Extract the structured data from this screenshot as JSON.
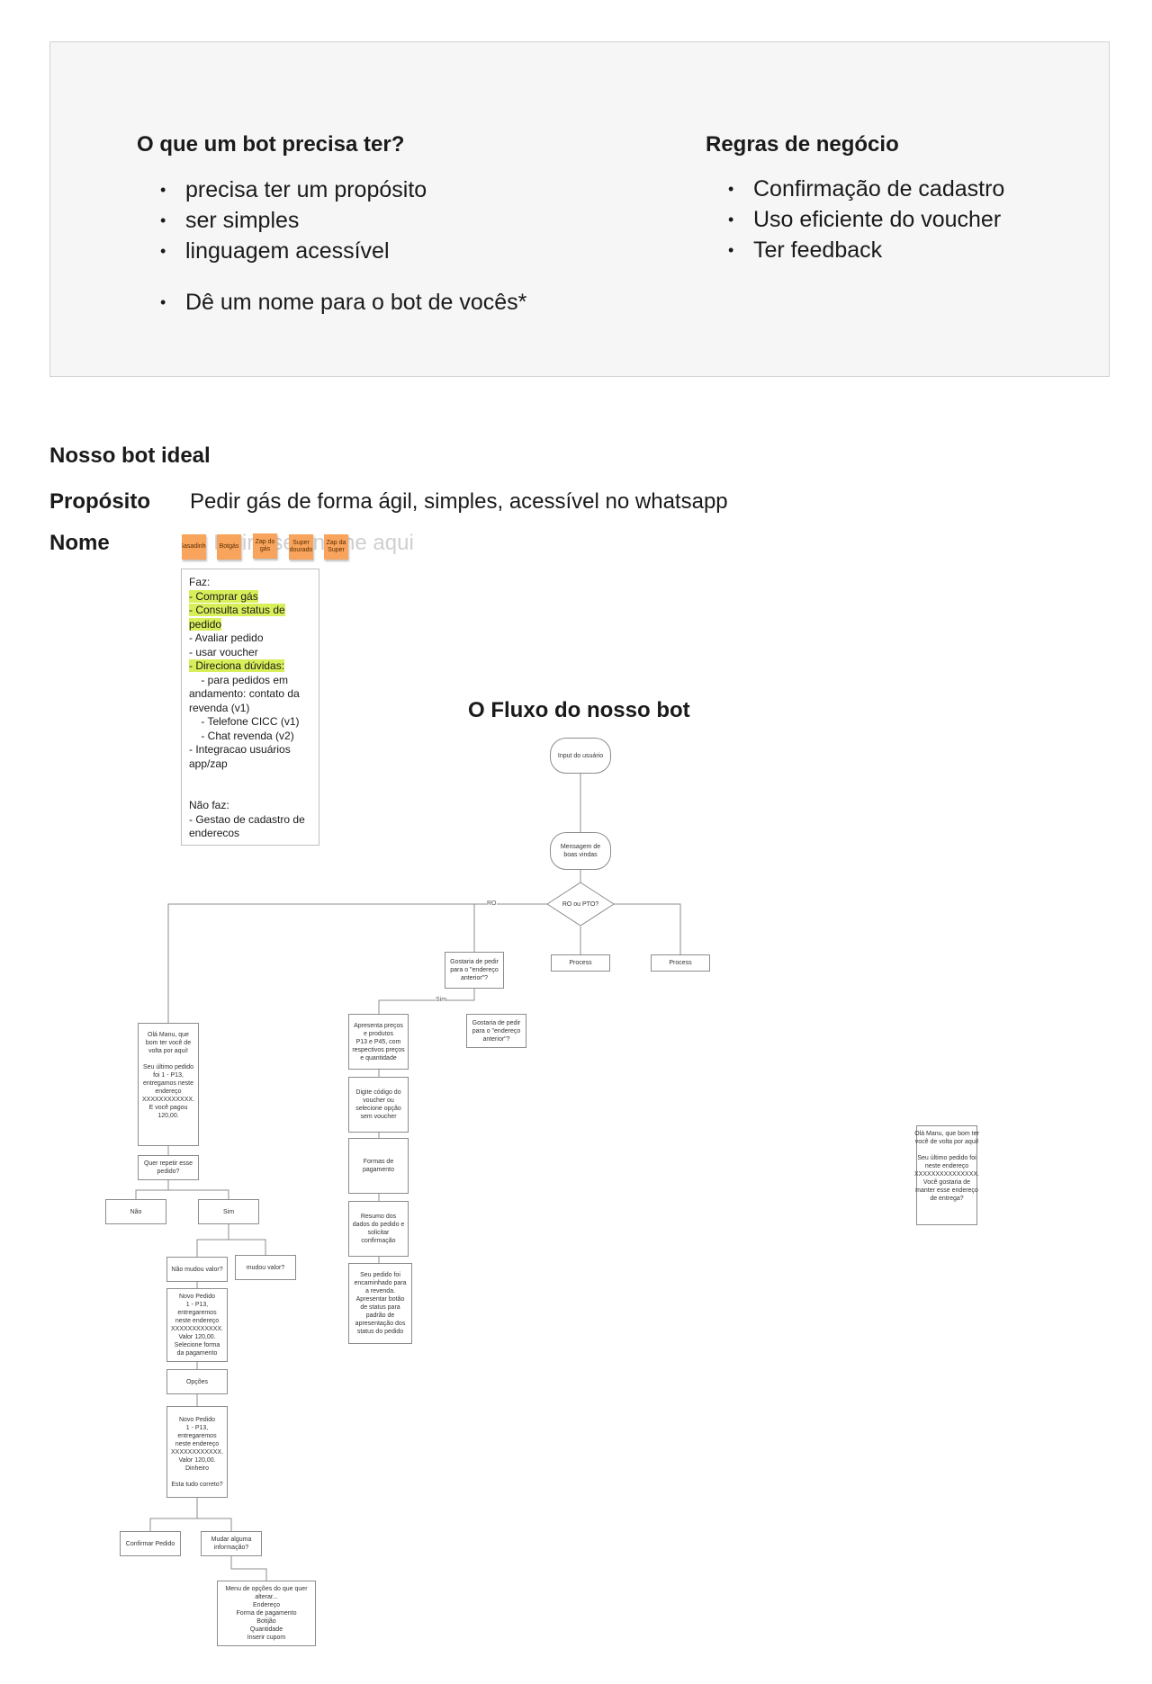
{
  "card": {
    "left_title": "O que um bot precisa ter?",
    "left_items": [
      "precisa ter um propósito",
      "ser simples",
      "linguagem acessível"
    ],
    "left_extra": "Dê um nome para o bot de vocês*",
    "right_title": "Regras de negócio",
    "right_items": [
      "Confirmação de cadastro",
      "Uso eficiente do voucher",
      "Ter feedback"
    ]
  },
  "ideal": {
    "title": "Nosso bot ideal",
    "purpose_label": "Propósito",
    "purpose_text": "Pedir gás de forma ágil, simples, acessível no whatsapp",
    "name_label": "Nome",
    "name_placeholder": "Insira seu nome aqui",
    "stickies": [
      "Gasadinho",
      "Botgás",
      "Zap do gás",
      "Super dourado",
      "Zap da Super"
    ]
  },
  "faz": {
    "lines": [
      {
        "text": "Faz:",
        "hl": false
      },
      {
        "text": "- Comprar gás",
        "hl": true
      },
      {
        "text": "- Consulta status de",
        "hl": true
      },
      {
        "text": "pedido",
        "hl": true
      },
      {
        "text": "- Avaliar pedido",
        "hl": false
      },
      {
        "text": "- usar voucher",
        "hl": false
      },
      {
        "text": "- Direciona dúvidas:",
        "hl": true
      },
      {
        "text": "    - para pedidos em",
        "hl": false
      },
      {
        "text": "andamento: contato da",
        "hl": false
      },
      {
        "text": "revenda (v1)",
        "hl": false
      },
      {
        "text": "    - Telefone CICC (v1)",
        "hl": false
      },
      {
        "text": "    - Chat revenda (v2)",
        "hl": false
      },
      {
        "text": "- Integracao usuários",
        "hl": false
      },
      {
        "text": "app/zap",
        "hl": false
      },
      {
        "text": " ",
        "hl": false
      },
      {
        "text": " ",
        "hl": false
      },
      {
        "text": "Não faz:",
        "hl": false
      },
      {
        "text": "- Gestao de cadastro de",
        "hl": false
      },
      {
        "text": "enderecos",
        "hl": false
      }
    ]
  },
  "flow": {
    "title": "O Fluxo do nosso bot",
    "nodes": {
      "input": "Input do usuário",
      "welcome": "Mensagem de boas vindas",
      "decision": "RO ou PTO?",
      "process1": "Process",
      "process2": "Process",
      "repeat_addr": "Gostaria de pedir para o \"endereço anterior\"?",
      "repeat_addr2": "Gostaria de pedir para o \"endereço anterior\"?",
      "prices": "Apresenta preços e produtos\nP13 e P45, com respectivos preços e quantidade",
      "voucher": "Digite código do voucher ou selecione opção sem voucher",
      "payment": "Formas de pagamento",
      "summary": "Resumo dos dados do pedido e solicitar confirmação",
      "forwarded": "Seu pedido foi encaminhado para a revenda. Apresentar botão de status para padrão de apresentação dos status do pedido",
      "hello_manu": "Olá Manu, que bom ter você de volta por aqui!\n\nSeu último pedido foi 1 - P13, entregamos neste endereço XXXXXXXXXXXX. E você pagou 120,00.",
      "repeat_q": "Quer repetir esse pedido?",
      "no": "Não",
      "yes": "Sim",
      "no_change": "Não mudou valor?",
      "changed": "mudou valor?",
      "new_order1": "Novo Pedido\n1 - P13,\nentregaremos neste endereço XXXXXXXXXXXX.\nValor 120,00.\nSelecione forma da pagamento",
      "options": "Opções",
      "new_order2": "Novo Pedido\n1 - P13,\nentregaremos neste endereço XXXXXXXXXXXX.\nValor 120,00.\nDinheiro\n\nEsta tudo correto?",
      "confirm": "Confirmar Pedido",
      "change_info": "Mudar alguma informação?",
      "menu": "Menu de opções do que quer alterar...\nEndereço\nForma de pagamento\nBotijão\nQuantidade\nInserir cupom",
      "hello_manu2": "Olá Manu, que bom ter você de volta por aqui!\n\nSeu último pedido foi neste endereço XXXXXXXXXXXXXXX. Você gostaria de manter esse endereço de entrega?"
    },
    "labels": {
      "ro": "RO",
      "sim": "Sim"
    }
  }
}
